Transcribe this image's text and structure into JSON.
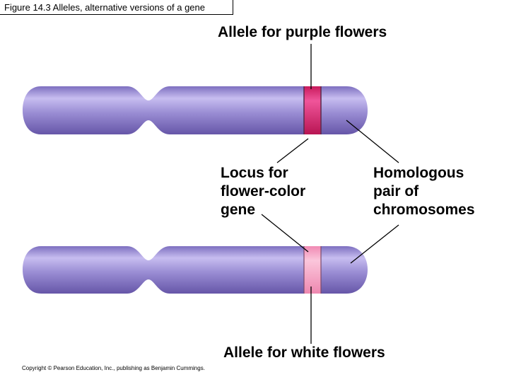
{
  "figure_title": "Figure 14.3  Alleles, alternative versions of a gene",
  "labels": {
    "allele_purple": "Allele for purple flowers",
    "locus": [
      "Locus for",
      "flower-color",
      "gene"
    ],
    "homologous": [
      "Homologous",
      "pair of",
      "chromosomes"
    ],
    "allele_white": "Allele for white flowers"
  },
  "copyright": "Copyright © Pearson Education, Inc., publishing as Benjamin Cummings.",
  "colors": {
    "chromosome_fill": "#9c8fd0",
    "chromosome_highlight": "#c9c0ee",
    "chromosome_shadow": "#6a5aa8",
    "allele_purple": "#e0236b",
    "allele_white": "#f5a2c4",
    "band_border": "#3a2a5a"
  }
}
